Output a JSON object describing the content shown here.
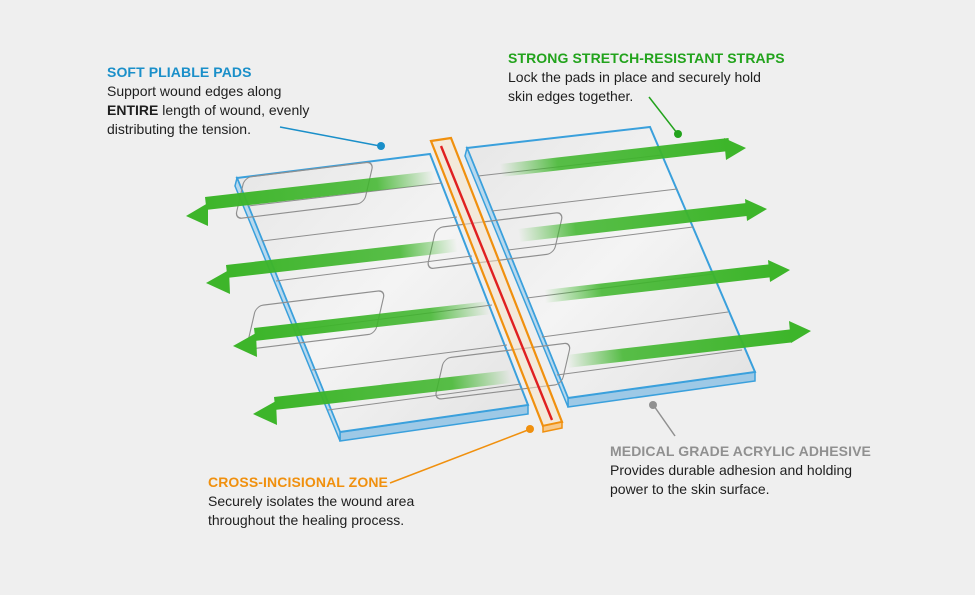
{
  "callouts": {
    "pads": {
      "title": "SOFT PLIABLE PADS",
      "line1": "Support wound edges along",
      "line2_strong": "ENTIRE",
      "line2_rest": " length of wound, evenly",
      "line3": "distributing the tension."
    },
    "straps": {
      "title": "STRONG STRETCH-RESISTANT STRAPS",
      "line1": "Lock the pads in place and securely hold",
      "line2": "skin edges together."
    },
    "zone": {
      "title": "CROSS-INCISIONAL ZONE",
      "line1": "Securely isolates the wound area",
      "line2": "throughout the healing process."
    },
    "adhesive": {
      "title": "MEDICAL GRADE ACRYLIC ADHESIVE",
      "line1": "Provides durable adhesion and holding",
      "line2": "power to the skin surface."
    }
  },
  "colors": {
    "background": "#efefef",
    "pads_blue": "#1a8fc9",
    "pad_edge": "#3aa0dc",
    "straps_green": "#3db52a",
    "zone_orange": "#f0900e",
    "incision_red": "#e02020",
    "adhesive_gray": "#909090",
    "text": "#1e1e1e"
  },
  "icons": {
    "pads_pointer": "dot-leader-icon",
    "straps_pointer": "dot-leader-icon",
    "zone_pointer": "dot-leader-icon",
    "adhesive_pointer": "dot-leader-icon",
    "strap_arrow": "double-arrow-icon"
  }
}
